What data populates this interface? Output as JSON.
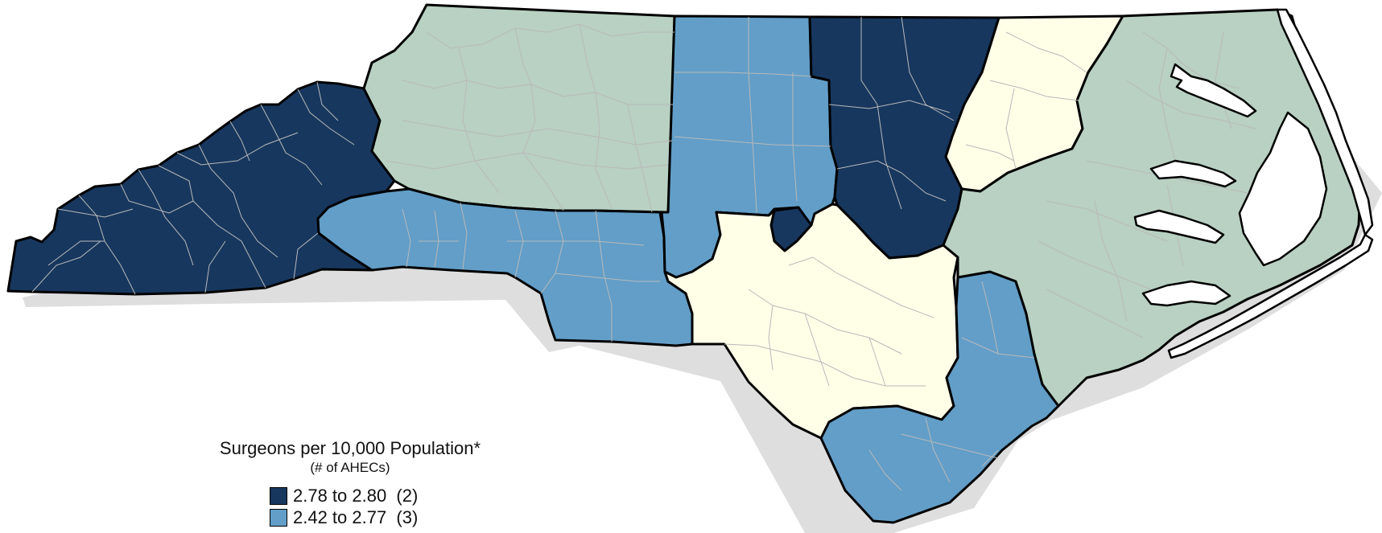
{
  "legend": {
    "title": "Surgeons per 10,000 Population*",
    "subtitle": "(# of AHECs)",
    "items": [
      {
        "label": "2.78 to 2.80  (2)",
        "color": "#17375e"
      },
      {
        "label": "2.42 to 2.77  (3)",
        "color": "#629ec8"
      }
    ]
  },
  "colors": {
    "class_1": "#17375e",
    "class_2": "#629ec8",
    "class_3": "#ffffe8",
    "class_4": "#b8d1c2",
    "outline": "#000000",
    "county_lines": "#b9b9b9",
    "shadow": "#dedede"
  }
}
